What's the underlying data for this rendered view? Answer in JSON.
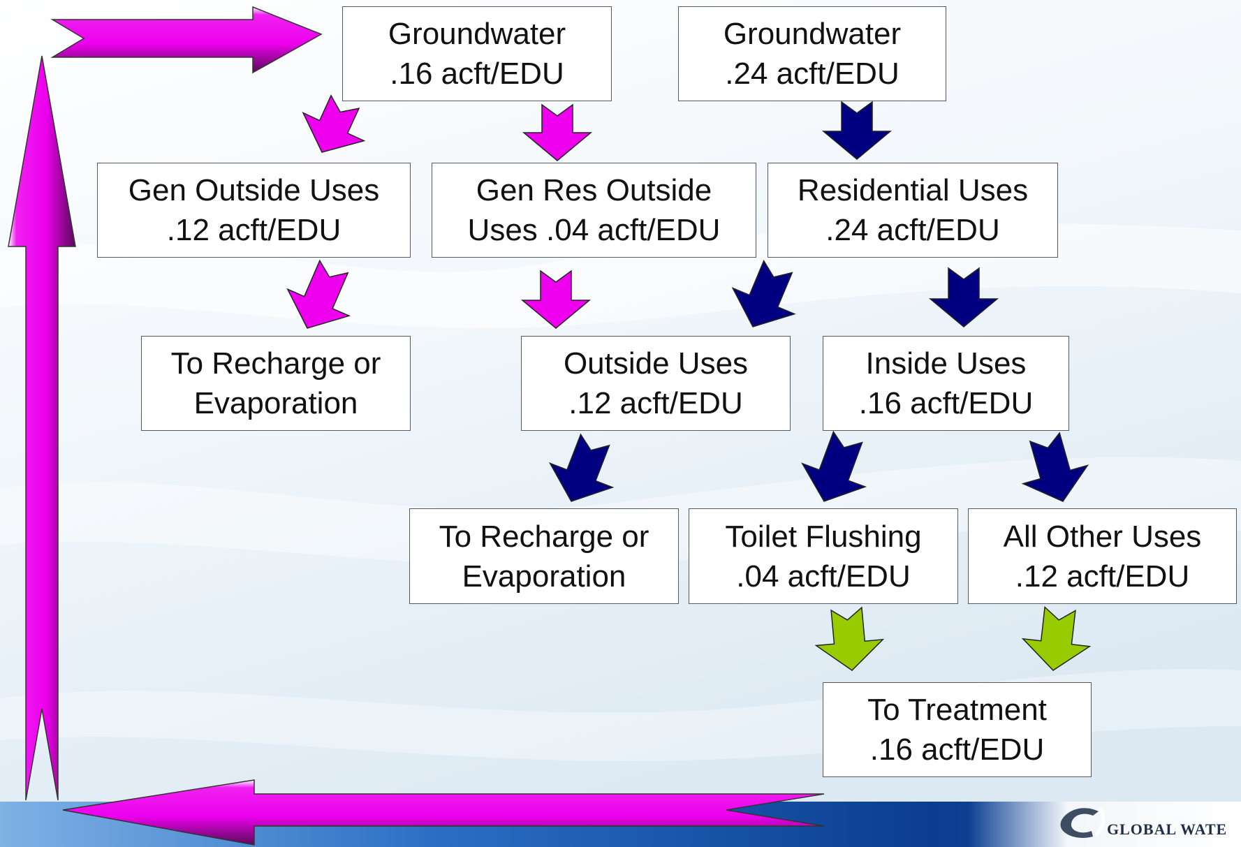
{
  "colors": {
    "pink_arrow": "#ee00ee",
    "navy_arrow": "#000080",
    "green_arrow": "#99cc00",
    "box_border": "#555a5e",
    "band": "#0a3d8f"
  },
  "boxes": {
    "gw1": {
      "line1": "Groundwater",
      "line2": ".16 acft/EDU"
    },
    "gw2": {
      "line1": "Groundwater",
      "line2": ".24 acft/EDU"
    },
    "gen_outside": {
      "line1": "Gen Outside Uses",
      "line2": ".12 acft/EDU"
    },
    "gen_res_outside": {
      "line1": "Gen Res Outside",
      "line2": "Uses .04 acft/EDU"
    },
    "residential": {
      "line1": "Residential Uses",
      "line2": ".24 acft/EDU"
    },
    "recharge1": {
      "line1": "To Recharge or",
      "line2": "Evaporation"
    },
    "outside": {
      "line1": "Outside Uses",
      "line2": ".12 acft/EDU"
    },
    "inside": {
      "line1": "Inside Uses",
      "line2": ".16 acft/EDU"
    },
    "recharge2": {
      "line1": "To Recharge or",
      "line2": "Evaporation"
    },
    "toilet": {
      "line1": "Toilet Flushing",
      "line2": ".04 acft/EDU"
    },
    "other": {
      "line1": "All Other Uses",
      "line2": ".12 acft/EDU"
    },
    "treatment": {
      "line1": "To Treatment",
      "line2": ".16 acft/EDU"
    }
  },
  "logo": {
    "text": "GLOBAL WATE",
    "icon": "global-water-swirl-icon"
  }
}
